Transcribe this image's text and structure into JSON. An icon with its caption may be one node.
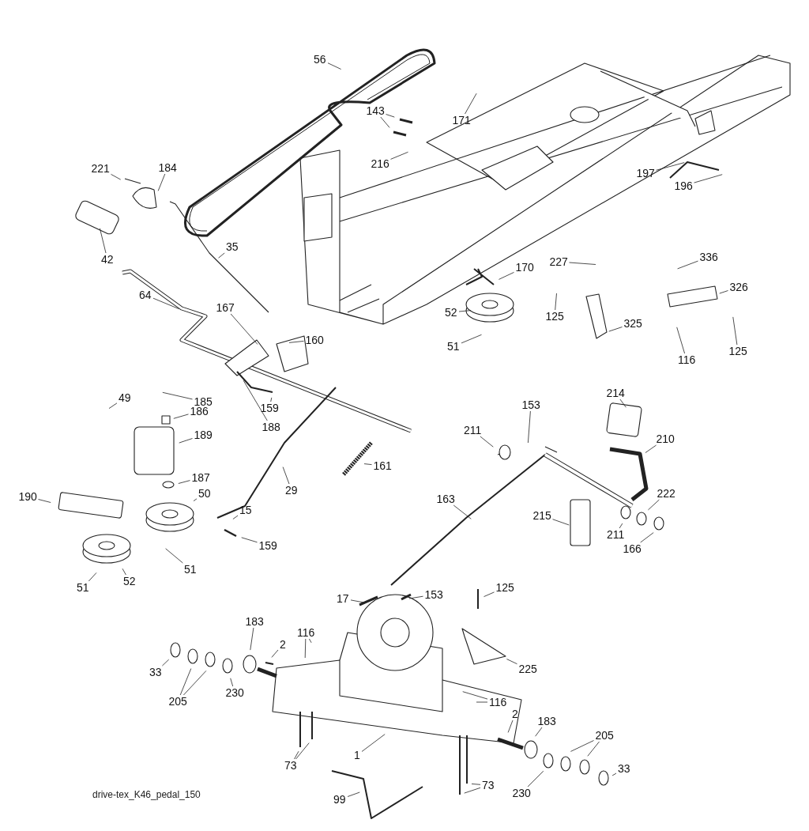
{
  "diagram": {
    "caption": "drive-tex_K46_pedal_150",
    "nodes": [
      {
        "text": [
          "56"
        ]
      },
      {
        "text": [
          "143"
        ]
      },
      {
        "text": [
          "216"
        ]
      },
      {
        "text": [
          "171"
        ]
      },
      {
        "text": [
          "197"
        ]
      },
      {
        "text": [
          "196"
        ]
      },
      {
        "text": [
          "221"
        ]
      },
      {
        "text": [
          "184"
        ]
      },
      {
        "text": [
          "42"
        ]
      },
      {
        "text": [
          "35"
        ]
      },
      {
        "text": [
          "64"
        ]
      },
      {
        "text": [
          "167"
        ]
      },
      {
        "text": [
          "160"
        ]
      },
      {
        "text": [
          "170"
        ]
      },
      {
        "text": [
          "52"
        ]
      },
      {
        "text": [
          "51"
        ]
      },
      {
        "text": [
          "227"
        ]
      },
      {
        "text": [
          "125"
        ]
      },
      {
        "text": [
          "325"
        ]
      },
      {
        "text": [
          "336"
        ]
      },
      {
        "text": [
          "326"
        ]
      },
      {
        "text": [
          "116"
        ]
      },
      {
        "text": [
          "125"
        ]
      },
      {
        "text": [
          "185"
        ]
      },
      {
        "text": [
          "49"
        ]
      },
      {
        "text": [
          "186"
        ]
      },
      {
        "text": [
          "189"
        ]
      },
      {
        "text": [
          "187"
        ]
      },
      {
        "text": [
          "159"
        ]
      },
      {
        "text": [
          "188"
        ]
      },
      {
        "text": [
          "161"
        ]
      },
      {
        "text": [
          "29"
        ]
      },
      {
        "text": [
          "190"
        ]
      },
      {
        "text": [
          "50"
        ]
      },
      {
        "text": [
          "15"
        ]
      },
      {
        "text": [
          "159"
        ]
      },
      {
        "text": [
          "51"
        ]
      },
      {
        "text": [
          "51"
        ]
      },
      {
        "text": [
          "52"
        ]
      },
      {
        "text": [
          "211"
        ]
      },
      {
        "text": [
          "153"
        ]
      },
      {
        "text": [
          "214"
        ]
      },
      {
        "text": [
          "210"
        ]
      },
      {
        "text": [
          "163"
        ]
      },
      {
        "text": [
          "215"
        ]
      },
      {
        "text": [
          "222"
        ]
      },
      {
        "text": [
          "211"
        ]
      },
      {
        "text": [
          "166"
        ]
      },
      {
        "text": [
          "125"
        ]
      },
      {
        "text": [
          "17"
        ]
      },
      {
        "text": [
          "153"
        ]
      },
      {
        "text": [
          "225"
        ]
      },
      {
        "text": [
          "183"
        ]
      },
      {
        "text": [
          "2"
        ]
      },
      {
        "text": [
          "116"
        ]
      },
      {
        "text": [
          "33"
        ]
      },
      {
        "text": [
          "205"
        ]
      },
      {
        "text": [
          "230"
        ]
      },
      {
        "text": [
          "1"
        ]
      },
      {
        "text": [
          "73"
        ]
      },
      {
        "text": [
          "116"
        ]
      },
      {
        "text": [
          "2"
        ]
      },
      {
        "text": [
          "183"
        ]
      },
      {
        "text": [
          "205"
        ]
      },
      {
        "text": [
          "230"
        ]
      },
      {
        "text": [
          "33"
        ]
      },
      {
        "text": [
          "73"
        ]
      },
      {
        "text": [
          "99"
        ]
      }
    ],
    "edges": [
      {
        "from": 0,
        "to": null,
        "arrow": "none"
      },
      {
        "from": 1,
        "to": null,
        "arrow": "none"
      },
      {
        "from": 1,
        "to": null,
        "arrow": "none"
      },
      {
        "from": 2,
        "to": null,
        "arrow": "none"
      },
      {
        "from": 3,
        "to": null,
        "arrow": "none"
      },
      {
        "from": 4,
        "to": null,
        "arrow": "none"
      },
      {
        "from": 5,
        "to": null,
        "arrow": "none"
      },
      {
        "from": 6,
        "to": null,
        "arrow": "none"
      },
      {
        "from": 7,
        "to": null,
        "arrow": "none"
      },
      {
        "from": 8,
        "to": null,
        "arrow": "none"
      },
      {
        "from": 9,
        "to": null,
        "arrow": "none"
      },
      {
        "from": 10,
        "to": null,
        "arrow": "none"
      },
      {
        "from": 11,
        "to": null,
        "arrow": "none"
      },
      {
        "from": 12,
        "to": null,
        "arrow": "none"
      },
      {
        "from": 13,
        "to": null,
        "arrow": "none"
      },
      {
        "from": 14,
        "to": null,
        "arrow": "none"
      },
      {
        "from": 15,
        "to": null,
        "arrow": "none"
      },
      {
        "from": 16,
        "to": null,
        "arrow": "none"
      },
      {
        "from": 17,
        "to": null,
        "arrow": "none"
      },
      {
        "from": 18,
        "to": null,
        "arrow": "none"
      },
      {
        "from": 19,
        "to": null,
        "arrow": "none"
      },
      {
        "from": 20,
        "to": null,
        "arrow": "none"
      },
      {
        "from": 21,
        "to": null,
        "arrow": "none"
      },
      {
        "from": 22,
        "to": null,
        "arrow": "none"
      },
      {
        "from": 23,
        "to": null,
        "arrow": "none"
      },
      {
        "from": 24,
        "to": null,
        "arrow": "none"
      },
      {
        "from": 25,
        "to": null,
        "arrow": "none"
      },
      {
        "from": 26,
        "to": null,
        "arrow": "none"
      },
      {
        "from": 27,
        "to": null,
        "arrow": "none"
      },
      {
        "from": 28,
        "to": null,
        "arrow": "none"
      },
      {
        "from": 29,
        "to": null,
        "arrow": "none"
      },
      {
        "from": 30,
        "to": null,
        "arrow": "none"
      },
      {
        "from": 31,
        "to": null,
        "arrow": "none"
      },
      {
        "from": 32,
        "to": null,
        "arrow": "none"
      },
      {
        "from": 33,
        "to": null,
        "arrow": "none"
      },
      {
        "from": 34,
        "to": null,
        "arrow": "none"
      },
      {
        "from": 35,
        "to": null,
        "arrow": "none"
      },
      {
        "from": 36,
        "to": null,
        "arrow": "none"
      },
      {
        "from": 37,
        "to": null,
        "arrow": "none"
      },
      {
        "from": 38,
        "to": null,
        "arrow": "none"
      },
      {
        "from": 39,
        "to": null,
        "arrow": "none"
      },
      {
        "from": 40,
        "to": null,
        "arrow": "none"
      },
      {
        "from": 41,
        "to": null,
        "arrow": "none"
      },
      {
        "from": 42,
        "to": null,
        "arrow": "none"
      },
      {
        "from": 43,
        "to": null,
        "arrow": "none"
      },
      {
        "from": 44,
        "to": null,
        "arrow": "none"
      },
      {
        "from": 45,
        "to": null,
        "arrow": "none"
      },
      {
        "from": 46,
        "to": null,
        "arrow": "none"
      },
      {
        "from": 47,
        "to": null,
        "arrow": "none"
      },
      {
        "from": 48,
        "to": null,
        "arrow": "none"
      },
      {
        "from": 49,
        "to": null,
        "arrow": "none"
      },
      {
        "from": 50,
        "to": null,
        "arrow": "none"
      },
      {
        "from": 51,
        "to": null,
        "arrow": "none"
      },
      {
        "from": 52,
        "to": null,
        "arrow": "none"
      },
      {
        "from": 53,
        "to": null,
        "arrow": "none"
      },
      {
        "from": 54,
        "to": null,
        "arrow": "none"
      },
      {
        "from": 54,
        "to": null,
        "arrow": "none"
      },
      {
        "from": 55,
        "to": null,
        "arrow": "none"
      },
      {
        "from": 56,
        "to": null,
        "arrow": "none"
      },
      {
        "from": 56,
        "to": null,
        "arrow": "none"
      },
      {
        "from": 57,
        "to": null,
        "arrow": "none"
      },
      {
        "from": 58,
        "to": null,
        "arrow": "none"
      },
      {
        "from": 59,
        "to": null,
        "arrow": "none"
      },
      {
        "from": 59,
        "to": null,
        "arrow": "none"
      },
      {
        "from": 60,
        "to": null,
        "arrow": "none"
      },
      {
        "from": 60,
        "to": null,
        "arrow": "none"
      },
      {
        "from": 61,
        "to": null,
        "arrow": "none"
      },
      {
        "from": 62,
        "to": null,
        "arrow": "none"
      },
      {
        "from": 63,
        "to": null,
        "arrow": "none"
      },
      {
        "from": 63,
        "to": null,
        "arrow": "none"
      },
      {
        "from": 64,
        "to": null,
        "arrow": "none"
      },
      {
        "from": 65,
        "to": null,
        "arrow": "none"
      },
      {
        "from": 66,
        "to": null,
        "arrow": "none"
      },
      {
        "from": 66,
        "to": null,
        "arrow": "none"
      },
      {
        "from": 67,
        "to": null,
        "arrow": "none"
      }
    ]
  }
}
